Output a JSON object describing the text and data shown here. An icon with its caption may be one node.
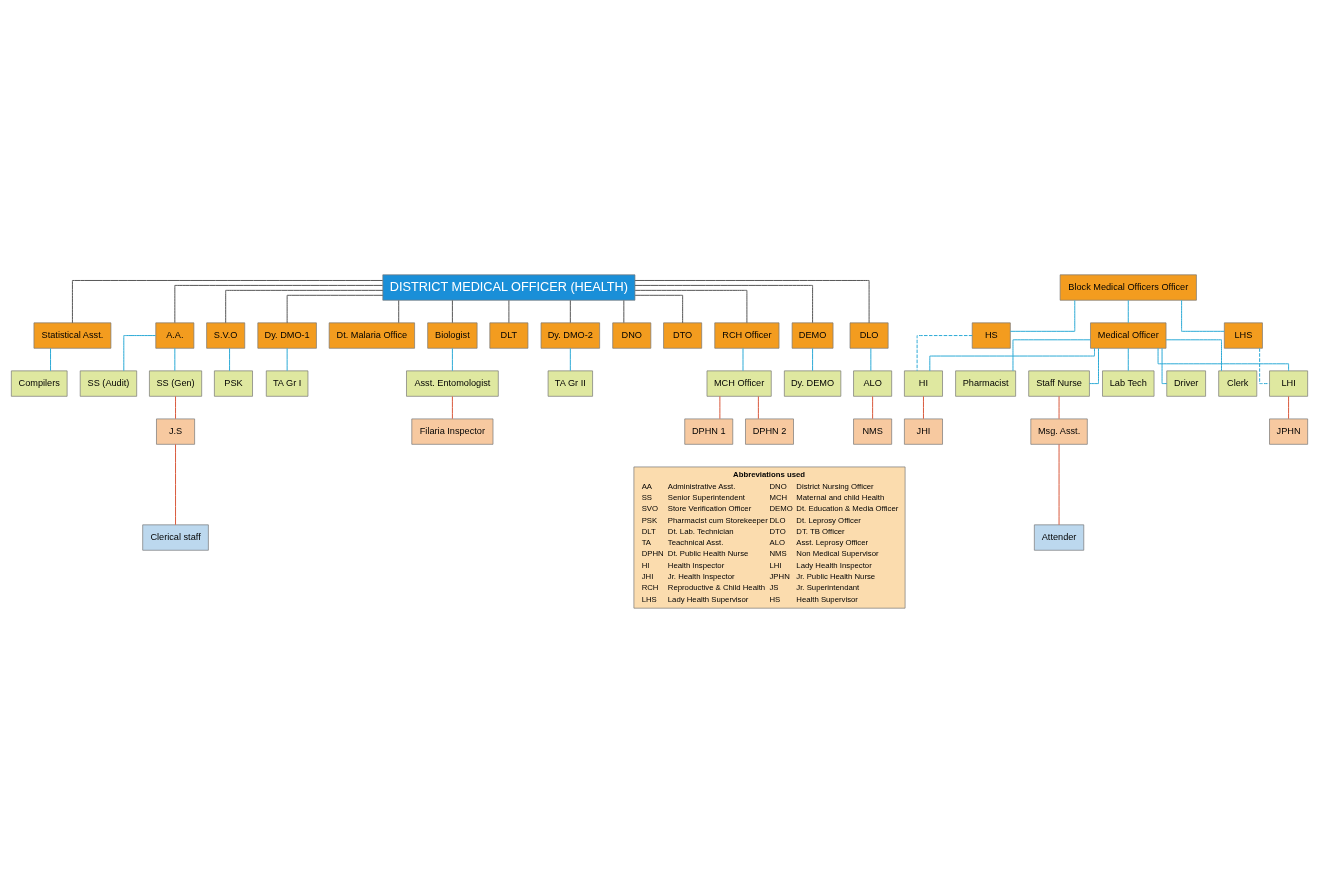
{
  "diagram": {
    "nodes": [
      {
        "text": [
          "DISTRICT MEDICAL OFFICER (HEALTH)"
        ]
      },
      {
        "text": [
          "Statistical Asst."
        ]
      },
      {
        "text": [
          "A.A."
        ]
      },
      {
        "text": [
          "S.V.O"
        ]
      },
      {
        "text": [
          "Dy. DMO-1"
        ]
      },
      {
        "text": [
          "Dt. Malaria Office"
        ]
      },
      {
        "text": [
          "Biologist"
        ]
      },
      {
        "text": [
          "DLT"
        ]
      },
      {
        "text": [
          "Dy. DMO-2"
        ]
      },
      {
        "text": [
          "DNO"
        ]
      },
      {
        "text": [
          "DTO"
        ]
      },
      {
        "text": [
          "RCH Officer"
        ]
      },
      {
        "text": [
          "DEMO"
        ]
      },
      {
        "text": [
          "DLO"
        ]
      },
      {
        "text": [
          "Compilers"
        ]
      },
      {
        "text": [
          "SS (Audit)"
        ]
      },
      {
        "text": [
          "SS (Gen)"
        ]
      },
      {
        "text": [
          "J.S"
        ]
      },
      {
        "text": [
          "Clerical staff"
        ]
      },
      {
        "text": [
          "PSK"
        ]
      },
      {
        "text": [
          "TA Gr I"
        ]
      },
      {
        "text": [
          "Asst. Entomologist"
        ]
      },
      {
        "text": [
          "Filaria Inspector"
        ]
      },
      {
        "text": [
          "TA Gr II"
        ]
      },
      {
        "text": [
          "Block Medical Officers Officer"
        ]
      },
      {
        "text": [
          "HS"
        ]
      },
      {
        "text": [
          "LHS"
        ]
      },
      {
        "text": [
          "Medical Officer"
        ]
      },
      {
        "text": [
          "Pharmacist"
        ]
      },
      {
        "text": [
          "Staff Nurse"
        ]
      },
      {
        "text": [
          "Lab Tech"
        ]
      },
      {
        "text": [
          "HI"
        ]
      },
      {
        "text": [
          "LHI"
        ]
      },
      {
        "text": [
          "Driver"
        ]
      },
      {
        "text": [
          "Clerk"
        ]
      },
      {
        "text": [
          "Msg. Asst."
        ]
      },
      {
        "text": [
          "Attender"
        ]
      },
      {
        "text": [
          "JHI"
        ]
      },
      {
        "text": [
          "JPHN"
        ]
      },
      {
        "text": [
          "MCH Officer"
        ]
      },
      {
        "text": [
          "DPHN 1"
        ]
      },
      {
        "text": [
          "DPHN 2"
        ]
      },
      {
        "text": [
          "Dy. DEMO"
        ]
      },
      {
        "text": [
          "ALO"
        ]
      },
      {
        "text": [
          "NMS"
        ]
      },
      {
        "text": [
          "Abbreviations used",
          "AA",
          "Administrative Asst.",
          "DNO",
          "District Nursing Officer",
          "SS",
          "Senior Superintendent",
          "MCH",
          "Maternal and child Health",
          "SVO",
          "Store Verification Officer",
          "DEMO",
          "Dt. Education & Media Officer",
          "PSK",
          "Pharmacist cum Storekeeper",
          "DLO",
          "Dt. Leprosy Officer",
          "DLT",
          "Dt. Lab. Technician",
          "DTO",
          "DT. TB Officer",
          "TA",
          "Teachnical Asst.",
          "ALO",
          "Asst. Leprosy Officer",
          "DPHN",
          "Dt. Public Health Nurse",
          "NMS",
          "Non Medical Supervisor",
          "HI",
          "Health Inspector",
          "LHI",
          "Lady Health Inspector",
          "JHI",
          "Jr. Health Inspector",
          "JPHN",
          "Jr. Public Health Nurse",
          "RCH",
          "Reproductive & Child Health",
          "JS",
          "Jr. Superintendant",
          "LHS",
          "Lady Health Supervisor",
          "HS",
          "Health Supervisor"
        ]
      }
    ],
    "edges": [
      {
        "from": 0,
        "to": 1,
        "arrow": "none",
        "color": "#555555"
      },
      {
        "from": 0,
        "to": 2,
        "arrow": "none",
        "color": "#555555"
      },
      {
        "from": 0,
        "to": 3,
        "arrow": "none",
        "color": "#555555"
      },
      {
        "from": 0,
        "to": 4,
        "arrow": "none",
        "color": "#555555"
      },
      {
        "from": 0,
        "to": 5,
        "arrow": "none",
        "color": "#555555"
      },
      {
        "from": 0,
        "to": 6,
        "arrow": "none",
        "color": "#555555"
      },
      {
        "from": 0,
        "to": 7,
        "arrow": "none",
        "color": "#555555"
      },
      {
        "from": 0,
        "to": 8,
        "arrow": "none",
        "color": "#555555"
      },
      {
        "from": 0,
        "to": 9,
        "arrow": "none",
        "color": "#555555"
      },
      {
        "from": 0,
        "to": 10,
        "arrow": "none",
        "color": "#555555"
      },
      {
        "from": 0,
        "to": 11,
        "arrow": "none",
        "color": "#555555"
      },
      {
        "from": 0,
        "to": 12,
        "arrow": "none",
        "color": "#555555"
      },
      {
        "from": 0,
        "to": 13,
        "arrow": "none",
        "color": "#555555"
      },
      {
        "from": 1,
        "to": 14,
        "arrow": "none"
      },
      {
        "from": 2,
        "to": 15,
        "arrow": "none"
      },
      {
        "from": 2,
        "to": 16,
        "arrow": "none"
      },
      {
        "from": 16,
        "to": 17,
        "arrow": "none",
        "color": "#d9573a"
      },
      {
        "from": 17,
        "to": 18,
        "arrow": "none",
        "color": "#d9573a"
      },
      {
        "from": 3,
        "to": 19,
        "arrow": "none"
      },
      {
        "from": 4,
        "to": 20,
        "arrow": "none"
      },
      {
        "from": 6,
        "to": 21,
        "arrow": "none"
      },
      {
        "from": 21,
        "to": 22,
        "arrow": "none",
        "color": "#d9573a"
      },
      {
        "from": 8,
        "to": 23,
        "arrow": "none"
      },
      {
        "from": 24,
        "to": 25,
        "arrow": "none"
      },
      {
        "from": 24,
        "to": 26,
        "arrow": "none"
      },
      {
        "from": 24,
        "to": 27,
        "arrow": "none"
      },
      {
        "from": 27,
        "to": 28,
        "arrow": "none"
      },
      {
        "from": 27,
        "to": 29,
        "arrow": "none"
      },
      {
        "from": 27,
        "to": 30,
        "arrow": "none"
      },
      {
        "from": 27,
        "to": 31,
        "arrow": "none"
      },
      {
        "from": 27,
        "to": 32,
        "arrow": "none"
      },
      {
        "from": 27,
        "to": 33,
        "arrow": "none"
      },
      {
        "from": 27,
        "to": 34,
        "arrow": "none"
      },
      {
        "from": 25,
        "to": 31,
        "arrow": "none",
        "style": "dashed"
      },
      {
        "from": 26,
        "to": 32,
        "arrow": "none",
        "style": "dashed"
      },
      {
        "from": 29,
        "to": 35,
        "arrow": "none",
        "color": "#d9573a"
      },
      {
        "from": 35,
        "to": 36,
        "arrow": "none",
        "color": "#d9573a"
      },
      {
        "from": 31,
        "to": 37,
        "arrow": "none",
        "color": "#d9573a"
      },
      {
        "from": 32,
        "to": 38,
        "arrow": "none",
        "color": "#d9573a"
      },
      {
        "from": 11,
        "to": 39,
        "arrow": "none"
      },
      {
        "from": 39,
        "to": 40,
        "arrow": "none",
        "color": "#d9573a"
      },
      {
        "from": 39,
        "to": 41,
        "arrow": "none",
        "color": "#d9573a"
      },
      {
        "from": 12,
        "to": 42,
        "arrow": "none"
      },
      {
        "from": 13,
        "to": 43,
        "arrow": "none"
      },
      {
        "from": 43,
        "to": 44,
        "arrow": "none",
        "color": "#d9573a"
      }
    ]
  }
}
